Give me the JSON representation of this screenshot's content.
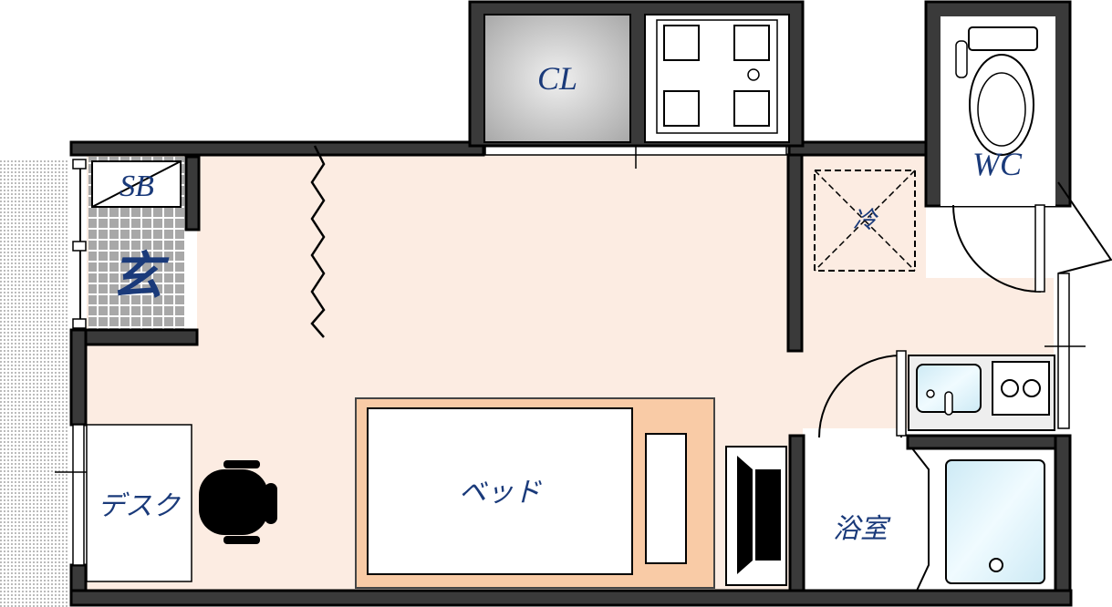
{
  "colors": {
    "floor": "#fcece2",
    "wall": "#3a3a3a",
    "label": "#1a3a7a",
    "bed_frame": "#f9cba6",
    "closet": "#c8c8c8",
    "water": "#dff4fb"
  },
  "rooms": {
    "closet": "CL",
    "shoe_box": "SB",
    "entrance": "玄",
    "toilet": "WC",
    "fridge": "冷",
    "desk": "デスク",
    "bed": "ベッド",
    "bathroom": "浴室"
  }
}
